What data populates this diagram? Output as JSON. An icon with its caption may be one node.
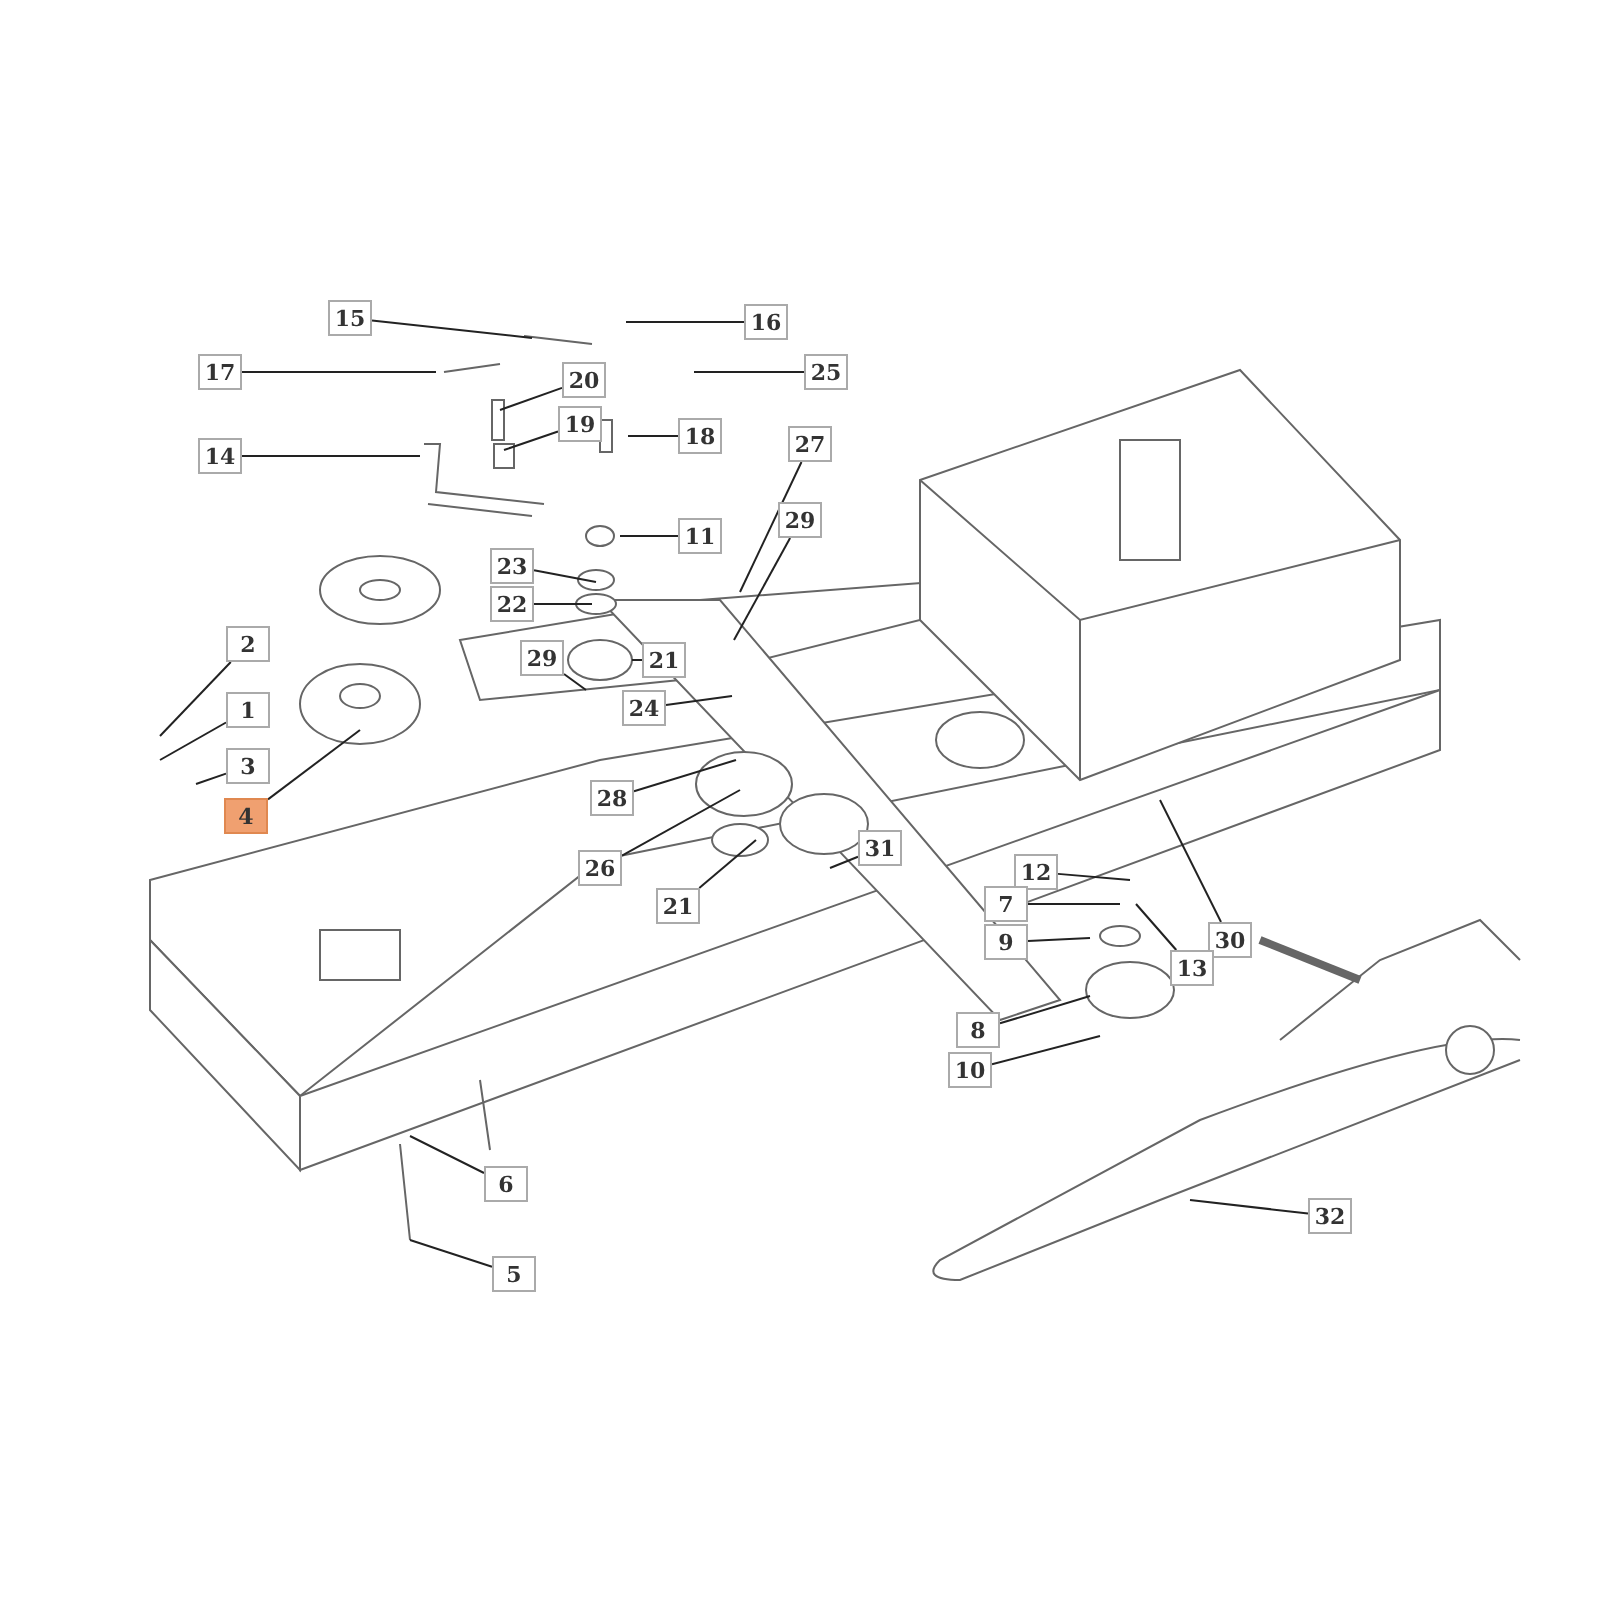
{
  "diagram": {
    "nodes": [
      {
        "text": [
          "15"
        ]
      },
      {
        "text": [
          "16"
        ]
      },
      {
        "text": [
          "17"
        ]
      },
      {
        "text": [
          "25"
        ]
      },
      {
        "text": [
          "20"
        ]
      },
      {
        "text": [
          "19"
        ]
      },
      {
        "text": [
          "18"
        ]
      },
      {
        "text": [
          "14"
        ]
      },
      {
        "text": [
          "27"
        ]
      },
      {
        "text": [
          "29"
        ]
      },
      {
        "text": [
          "11"
        ]
      },
      {
        "text": [
          "23"
        ]
      },
      {
        "text": [
          "22"
        ]
      },
      {
        "text": [
          "2"
        ]
      },
      {
        "text": [
          "29"
        ]
      },
      {
        "text": [
          "21"
        ]
      },
      {
        "text": [
          "24"
        ]
      },
      {
        "text": [
          "1"
        ]
      },
      {
        "text": [
          "3"
        ]
      },
      {
        "text": [
          "28"
        ]
      },
      {
        "text": [
          "4"
        ]
      },
      {
        "text": [
          "31"
        ]
      },
      {
        "text": [
          "26"
        ]
      },
      {
        "text": [
          "12"
        ]
      },
      {
        "text": [
          "7"
        ]
      },
      {
        "text": [
          "21"
        ]
      },
      {
        "text": [
          "30"
        ]
      },
      {
        "text": [
          "9"
        ]
      },
      {
        "text": [
          "13"
        ]
      },
      {
        "text": [
          "8"
        ]
      },
      {
        "text": [
          "10"
        ]
      },
      {
        "text": [
          "6"
        ]
      },
      {
        "text": [
          "32"
        ]
      },
      {
        "text": [
          "5"
        ]
      }
    ],
    "edges": [
      {
        "from": 0,
        "to": null,
        "arrow": "none"
      },
      {
        "from": 1,
        "to": null,
        "arrow": "none"
      },
      {
        "from": 2,
        "to": null,
        "arrow": "none"
      },
      {
        "from": 3,
        "to": null,
        "arrow": "none"
      },
      {
        "from": 4,
        "to": null,
        "arrow": "none"
      },
      {
        "from": 5,
        "to": null,
        "arrow": "none"
      },
      {
        "from": 6,
        "to": null,
        "arrow": "none"
      },
      {
        "from": 7,
        "to": null,
        "arrow": "none"
      },
      {
        "from": 8,
        "to": null,
        "arrow": "none"
      },
      {
        "from": 9,
        "to": null,
        "arrow": "none"
      },
      {
        "from": 10,
        "to": null,
        "arrow": "none"
      },
      {
        "from": 11,
        "to": null,
        "arrow": "none"
      },
      {
        "from": 12,
        "to": null,
        "arrow": "none"
      },
      {
        "from": 13,
        "to": null,
        "arrow": "none"
      },
      {
        "from": 14,
        "to": null,
        "arrow": "none"
      },
      {
        "from": 15,
        "to": null,
        "arrow": "none"
      },
      {
        "from": 16,
        "to": null,
        "arrow": "none"
      },
      {
        "from": 17,
        "to": null,
        "arrow": "none"
      },
      {
        "from": 18,
        "to": null,
        "arrow": "none"
      },
      {
        "from": 19,
        "to": null,
        "arrow": "none"
      },
      {
        "from": 20,
        "to": null,
        "arrow": "none"
      },
      {
        "from": 21,
        "to": null,
        "arrow": "none"
      },
      {
        "from": 22,
        "to": null,
        "arrow": "none"
      },
      {
        "from": 23,
        "to": null,
        "arrow": "none"
      },
      {
        "from": 24,
        "to": null,
        "arrow": "none"
      },
      {
        "from": 25,
        "to": null,
        "arrow": "none"
      },
      {
        "from": 26,
        "to": null,
        "arrow": "none"
      },
      {
        "from": 27,
        "to": null,
        "arrow": "none"
      },
      {
        "from": 28,
        "to": null,
        "arrow": "none"
      },
      {
        "from": 29,
        "to": null,
        "arrow": "none"
      },
      {
        "from": 30,
        "to": null,
        "arrow": "none"
      },
      {
        "from": 31,
        "to": null,
        "arrow": "none"
      },
      {
        "from": 32,
        "to": null,
        "arrow": "none"
      },
      {
        "from": 33,
        "to": null,
        "arrow": "none"
      }
    ]
  }
}
